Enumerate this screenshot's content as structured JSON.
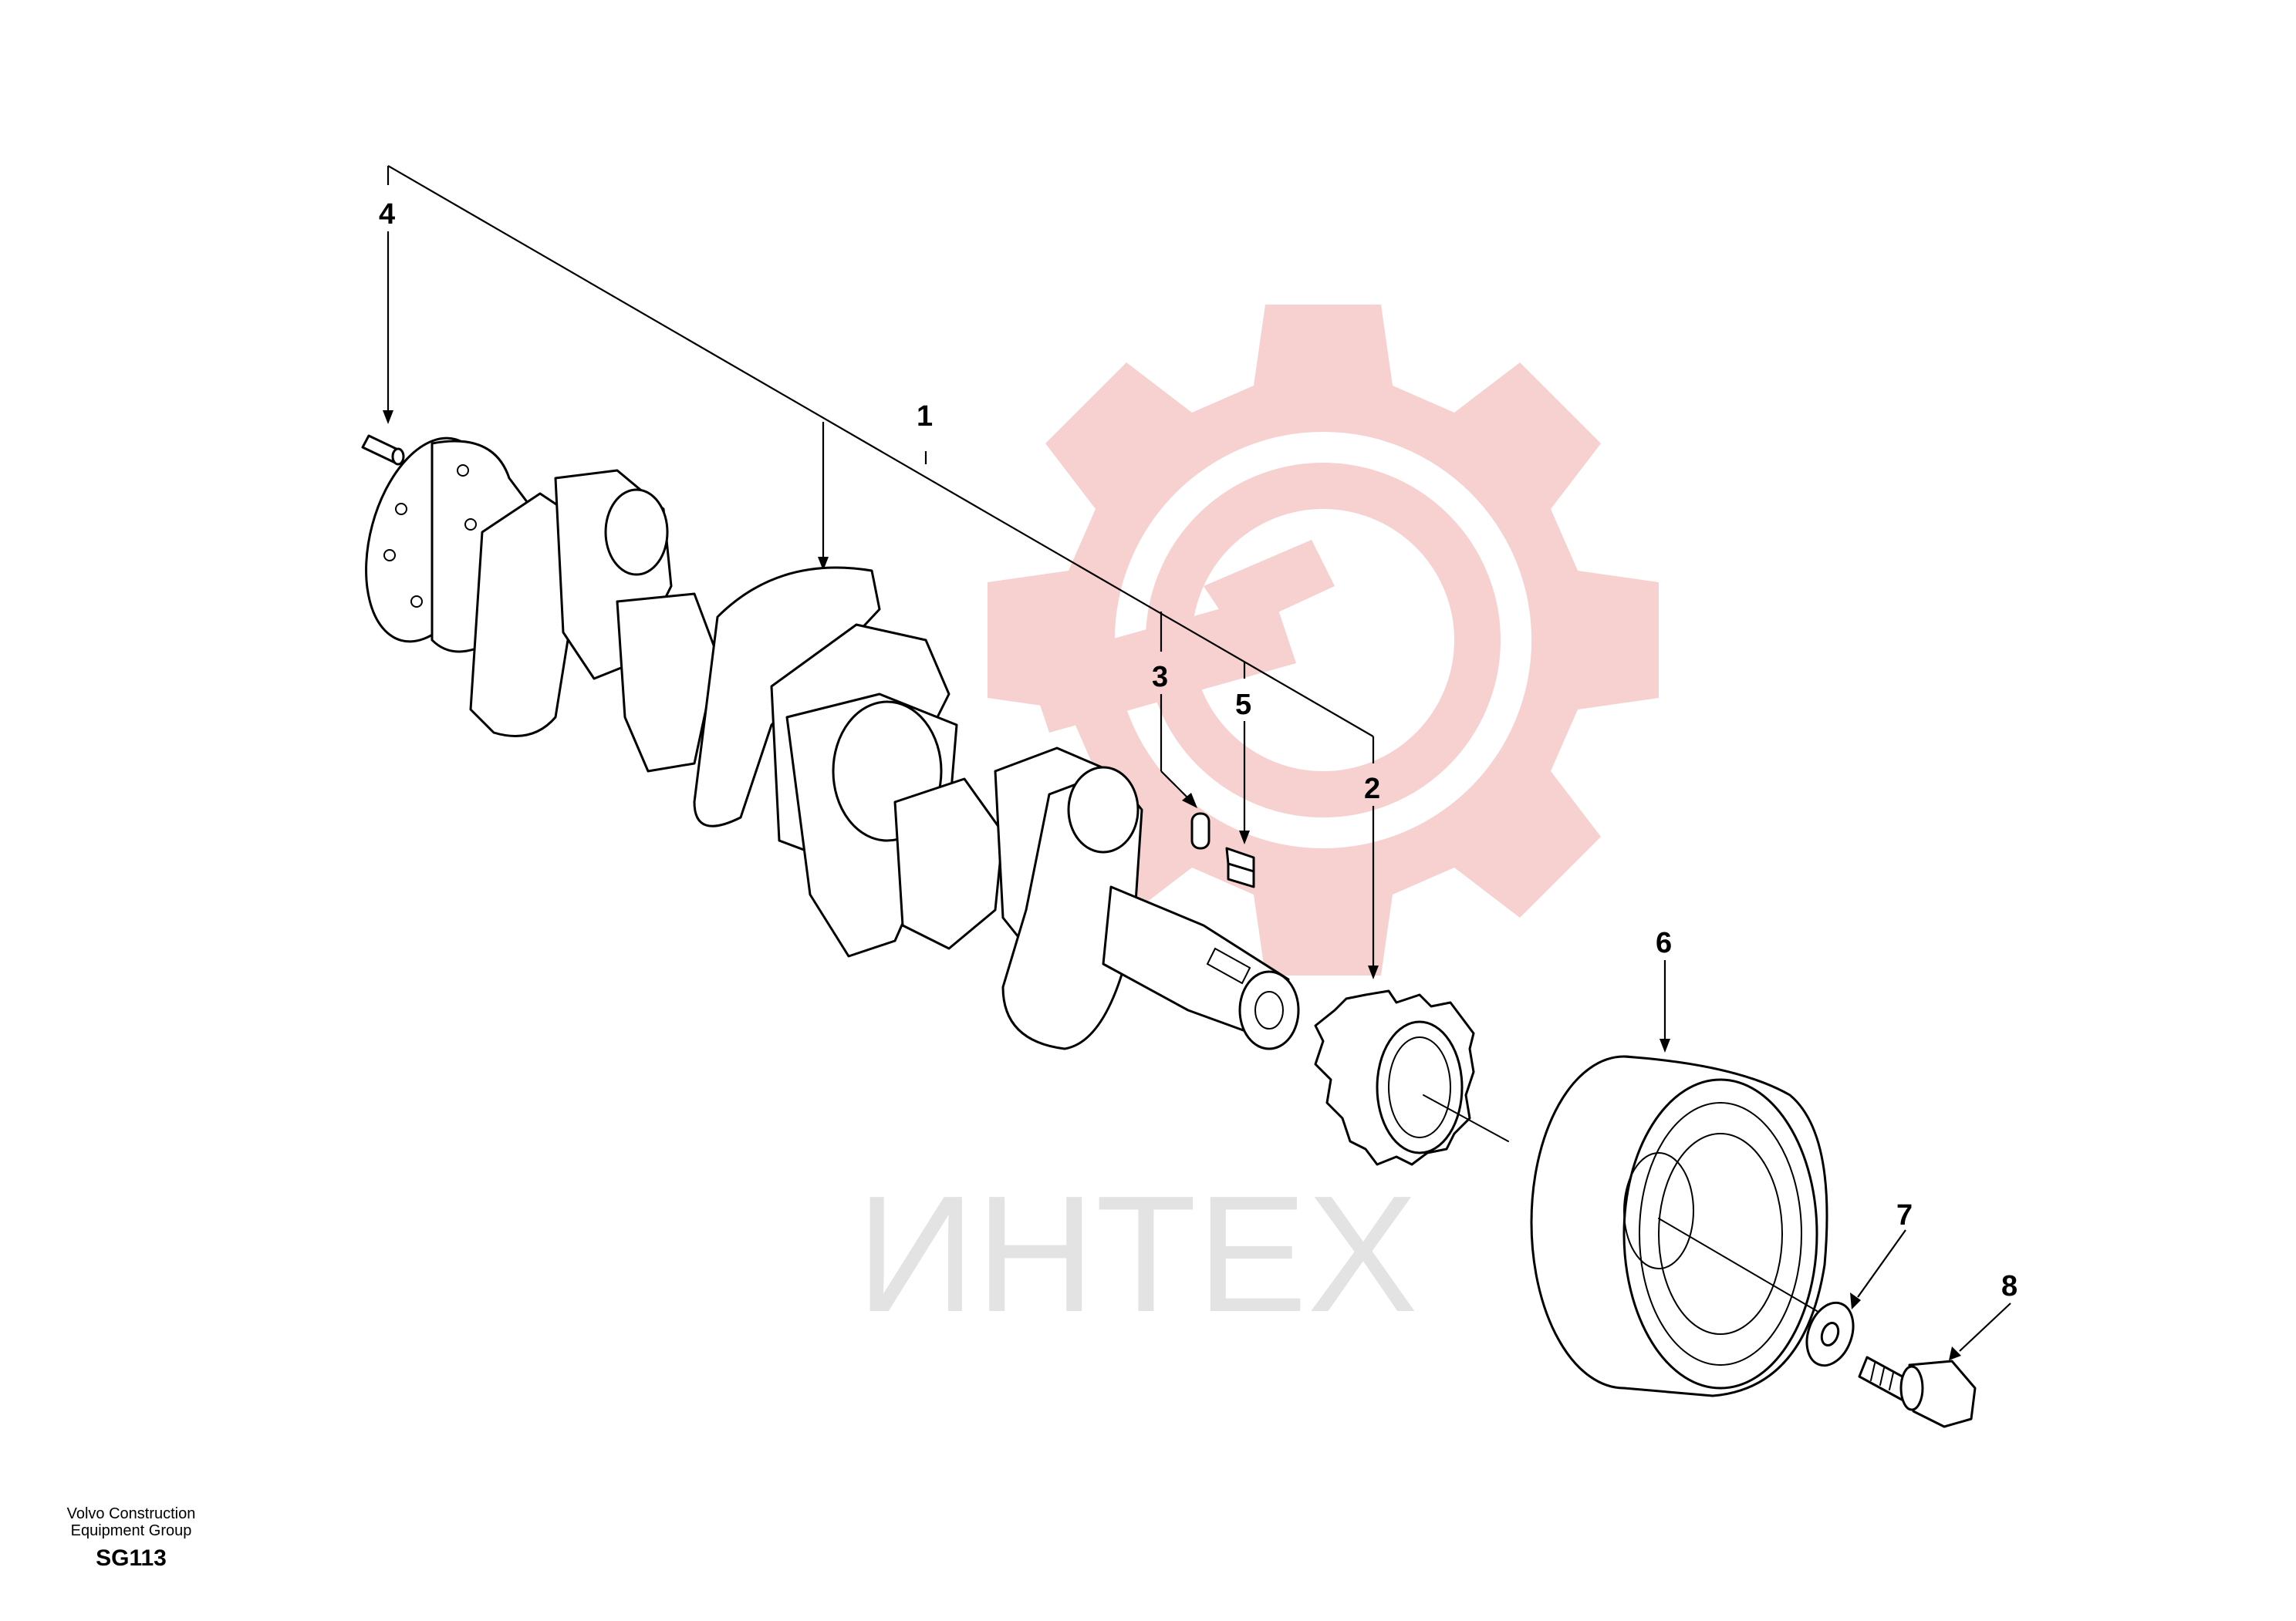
{
  "diagram": {
    "callouts": [
      "1",
      "2",
      "3",
      "4",
      "5",
      "6",
      "7",
      "8"
    ]
  },
  "footer": {
    "organization_line1": "Volvo Construction",
    "organization_line2": "Equipment Group",
    "figure_code": "SG113"
  },
  "watermark": {
    "text": "ИНТЕХ",
    "icon": "gear-logo-icon",
    "gear_color": "#f7d0d0",
    "text_color": "#e3e3e3"
  }
}
